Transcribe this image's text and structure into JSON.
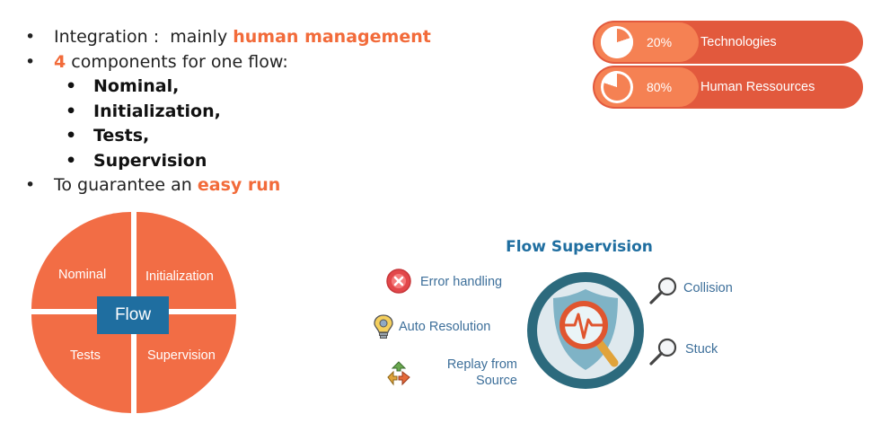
{
  "bullets": {
    "integration": {
      "text": "Integration :  mainly ",
      "highlight": "human management"
    },
    "components": {
      "highlight": "4",
      "text": " components for one flow:"
    },
    "sub_items": [
      "Nominal,",
      "Initialization,",
      "Tests,",
      "Supervision"
    ],
    "guarantee": {
      "text": "To guarantee an ",
      "highlight": "easy run"
    }
  },
  "pills": [
    {
      "percent_label": "20%",
      "percent": 20,
      "label": "Technologies"
    },
    {
      "percent_label": "80%",
      "percent": 80,
      "label": "Human Ressources"
    }
  ],
  "quadrant": {
    "center": "Flow",
    "top_left": "Nominal",
    "top_right": "Initialization",
    "bottom_left": "Tests",
    "bottom_right": "Supervision"
  },
  "supervision": {
    "title": "Flow Supervision",
    "left_items": [
      {
        "label": "Error handling",
        "icon": "error-x-icon"
      },
      {
        "label": "Auto Resolution",
        "icon": "lightbulb-gears-icon"
      },
      {
        "label": "Replay from Source",
        "line1": "Replay from",
        "line2": "Source",
        "icon": "recycle-arrows-icon"
      }
    ],
    "right_items": [
      {
        "label": "Collision",
        "icon": "magnifier-icon"
      },
      {
        "label": "Stuck",
        "icon": "magnifier-icon"
      }
    ],
    "center_icon": "shield-magnifier-pulse-icon"
  },
  "colors": {
    "accent_orange": "#f26b3a",
    "pill_dark": "#e2593d",
    "pill_light": "#f58153",
    "flow_blue": "#1f6ea0",
    "ring_teal": "#2c6a7d",
    "label_blue": "#3d6f9a"
  }
}
